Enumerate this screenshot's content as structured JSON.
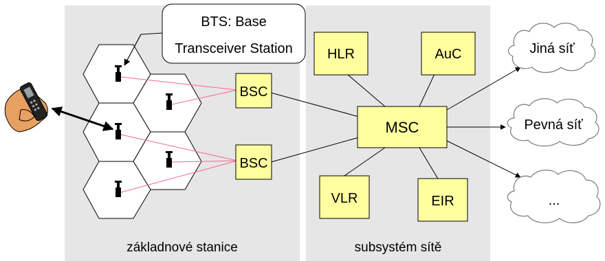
{
  "sections": {
    "base_stations": "základnové stanice",
    "network_subsystem": "subsystém sítě"
  },
  "callout": {
    "line1": "BTS: Base",
    "line2": "Transceiver Station"
  },
  "controllers": {
    "bsc_top": "BSC",
    "bsc_bottom": "BSC"
  },
  "network": {
    "hlr": "HLR",
    "auc": "AuC",
    "msc": "MSC",
    "vlr": "VLR",
    "eir": "EIR"
  },
  "clouds": {
    "other_network": "Jiná síť",
    "fixed_network": "Pevná síť",
    "more": "..."
  },
  "colors": {
    "panel": "#e6e6e6",
    "box_fill": "#ffffa0",
    "radio_link": "#f06b8a",
    "hand_skin": "#e8a060"
  },
  "icons": [
    "mobile-phone-icon",
    "bts-antenna-icon"
  ]
}
